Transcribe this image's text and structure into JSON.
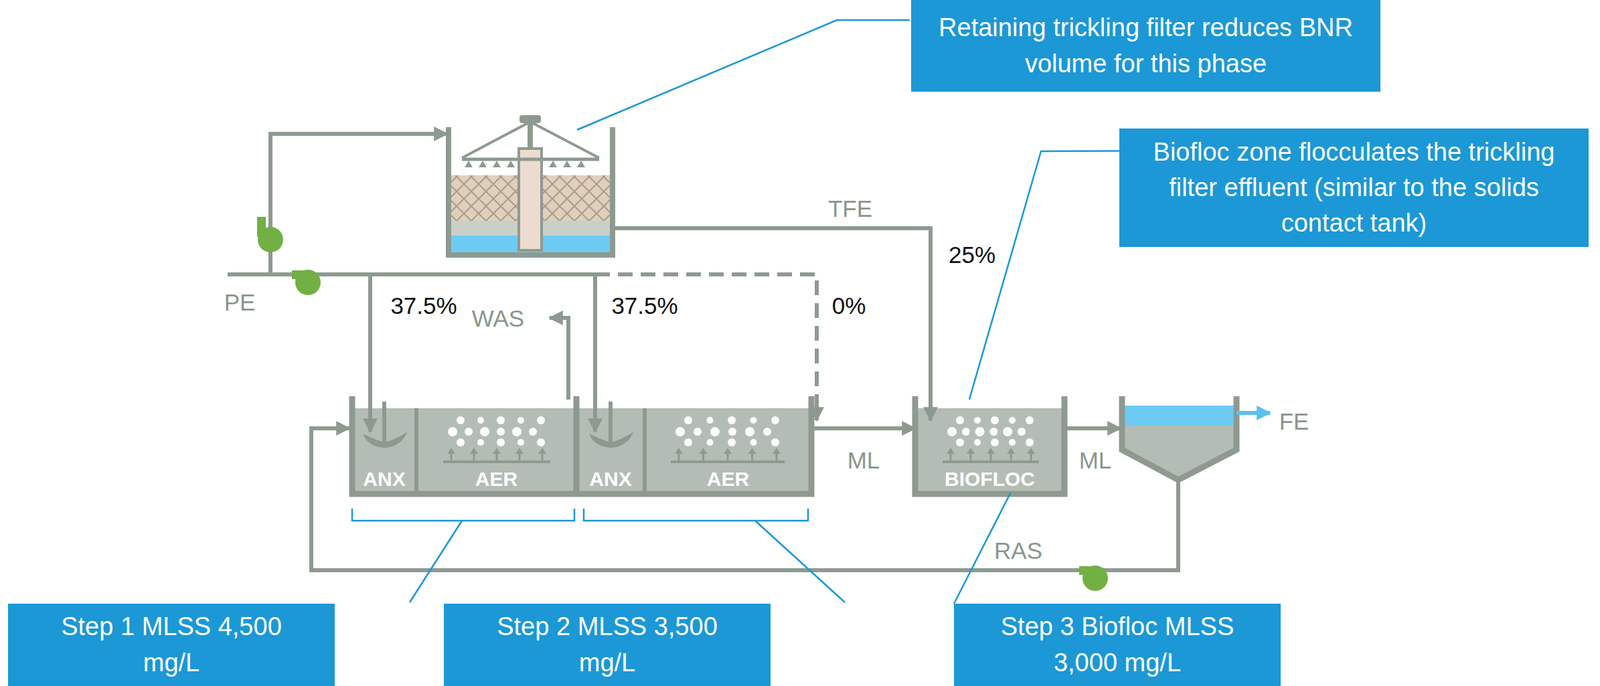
{
  "diagram": {
    "nodes": [
      {
        "text": [
          "Retaining trickling filter reduces BNR volume for this phase"
        ]
      },
      {
        "text": [
          "Biofloc zone flocculates the trickling filter effluent (similar to the solids contact tank)"
        ]
      },
      {
        "text": [
          "ANX"
        ]
      },
      {
        "text": [
          "AER"
        ]
      },
      {
        "text": [
          "ANX"
        ]
      },
      {
        "text": [
          "AER"
        ]
      },
      {
        "text": [
          "BIOFLOC"
        ]
      },
      {
        "text": [
          "Step 1 MLSS 4,500 mg/L"
        ]
      },
      {
        "text": [
          "Step 2 MLSS 3,500 mg/L"
        ]
      },
      {
        "text": [
          "Step 3 Biofloc MLSS 3,000 mg/L"
        ]
      }
    ],
    "edges": [
      {
        "from": 5,
        "to": 6,
        "arrow": "to",
        "label": "ML"
      },
      {
        "from": 1,
        "to": 6,
        "arrow": "none"
      },
      {
        "from": 9,
        "to": 6,
        "arrow": "none"
      }
    ],
    "labels": [
      "PE",
      "37.5%",
      "WAS",
      "37.5%",
      "0%",
      "TFE",
      "25%",
      "ML",
      "FE",
      "RAS"
    ]
  }
}
